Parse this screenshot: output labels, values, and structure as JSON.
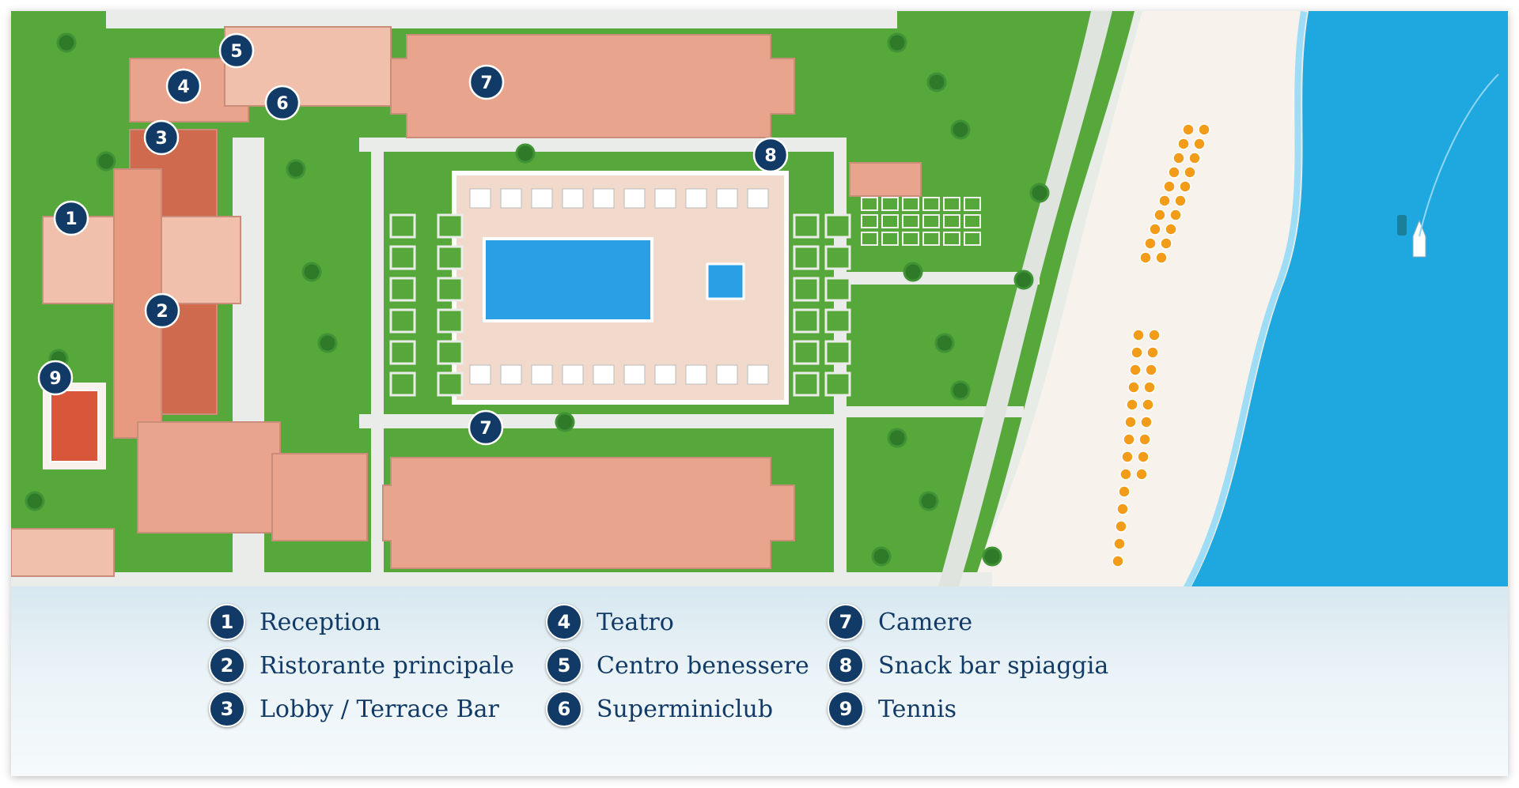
{
  "colors": {
    "badge": "#123a66",
    "label": "#123a66",
    "grass": "#56a83a",
    "building": "#e9a48e",
    "building_dark": "#cf6a4f",
    "sea": "#1fa7e0",
    "sand": "#f7f3ec",
    "pool": "#2b9fe6"
  },
  "markers": [
    {
      "num": "1",
      "icon": "reception-building"
    },
    {
      "num": "2",
      "icon": "restaurant-building"
    },
    {
      "num": "3",
      "icon": "lobby-building"
    },
    {
      "num": "4",
      "icon": "theatre-building"
    },
    {
      "num": "5",
      "icon": "spa-building"
    },
    {
      "num": "6",
      "icon": "miniclub-building"
    },
    {
      "num": "7",
      "icon": "rooms-building"
    },
    {
      "num": "7",
      "icon": "rooms-building"
    },
    {
      "num": "8",
      "icon": "beach-snack-bar"
    },
    {
      "num": "9",
      "icon": "tennis-court"
    }
  ],
  "legend": [
    {
      "num": "1",
      "label": "Reception"
    },
    {
      "num": "2",
      "label": "Ristorante principale"
    },
    {
      "num": "3",
      "label": "Lobby / Terrace Bar"
    },
    {
      "num": "4",
      "label": "Teatro"
    },
    {
      "num": "5",
      "label": "Centro benessere"
    },
    {
      "num": "6",
      "label": "Superminiclub"
    },
    {
      "num": "7",
      "label": "Camere"
    },
    {
      "num": "8",
      "label": "Snack bar spiaggia"
    },
    {
      "num": "9",
      "label": "Tennis"
    }
  ]
}
